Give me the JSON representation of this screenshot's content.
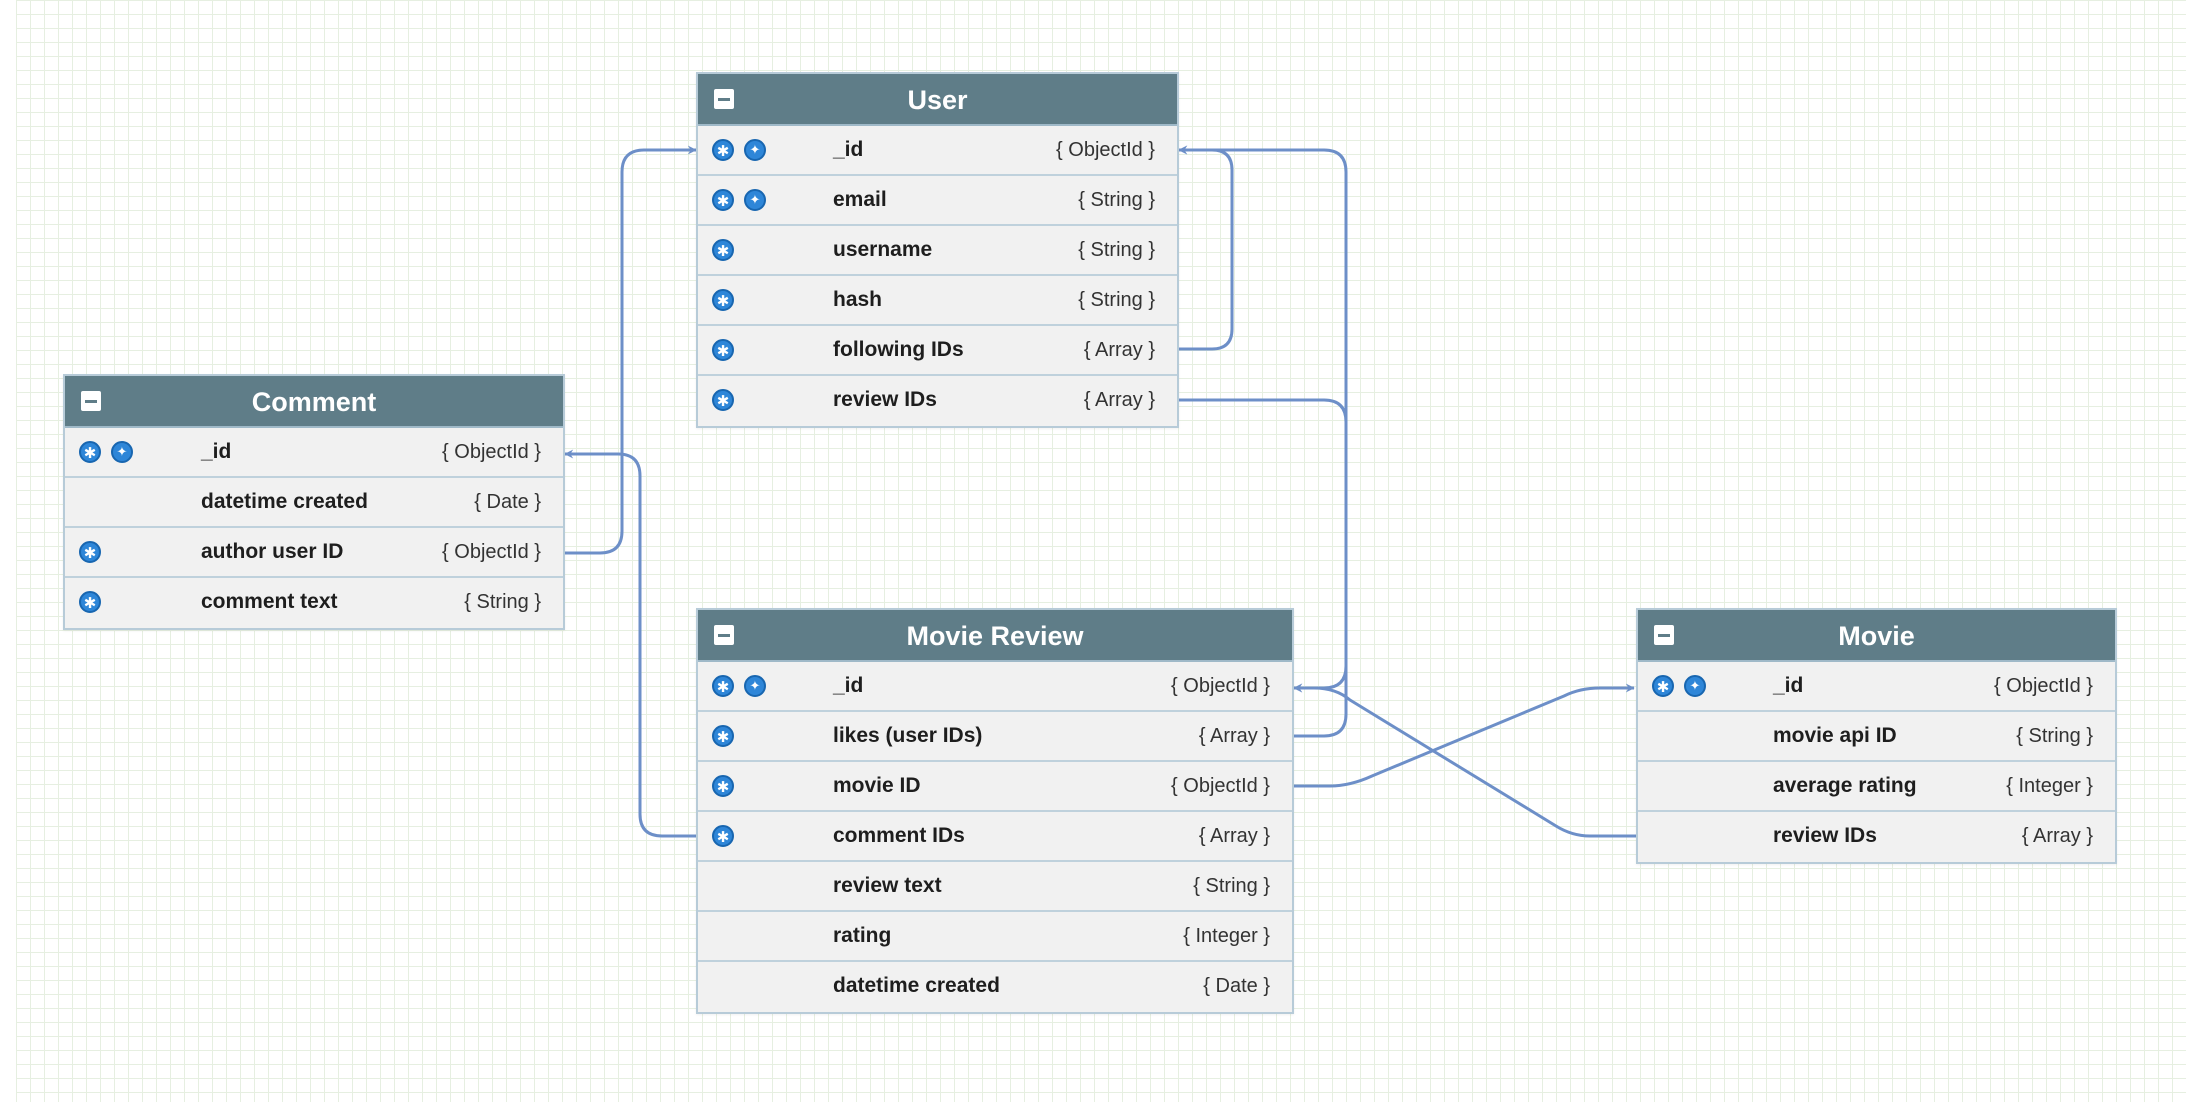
{
  "colors": {
    "header": "#5f7d88",
    "row": "#f1f1f1",
    "border": "#b7cbd8",
    "link": "#6d8fc8",
    "key_icon": "#2e86d8"
  },
  "tables": {
    "user": {
      "title": "User",
      "fields": [
        {
          "name": "_id",
          "type": "{ ObjectId }",
          "icons": [
            "field-marker-icon",
            "key-icon"
          ]
        },
        {
          "name": "email",
          "type": "{ String }",
          "icons": [
            "field-marker-icon",
            "key-icon"
          ]
        },
        {
          "name": "username",
          "type": "{ String }",
          "icons": [
            "field-marker-icon"
          ]
        },
        {
          "name": "hash",
          "type": "{ String }",
          "icons": [
            "field-marker-icon"
          ]
        },
        {
          "name": "following IDs",
          "type": "{ Array }",
          "icons": [
            "field-marker-icon"
          ]
        },
        {
          "name": "review IDs",
          "type": "{ Array }",
          "icons": [
            "field-marker-icon"
          ]
        }
      ]
    },
    "comment": {
      "title": "Comment",
      "fields": [
        {
          "name": "_id",
          "type": "{ ObjectId }",
          "icons": [
            "field-marker-icon",
            "key-icon"
          ]
        },
        {
          "name": "datetime created",
          "type": "{ Date }",
          "icons": []
        },
        {
          "name": "author user ID",
          "type": "{ ObjectId }",
          "icons": [
            "field-marker-icon"
          ]
        },
        {
          "name": "comment text",
          "type": "{ String }",
          "icons": [
            "field-marker-icon"
          ]
        }
      ]
    },
    "movie_review": {
      "title": "Movie Review",
      "fields": [
        {
          "name": "_id",
          "type": "{ ObjectId }",
          "icons": [
            "field-marker-icon",
            "key-icon"
          ]
        },
        {
          "name": "likes (user IDs)",
          "type": "{ Array }",
          "icons": [
            "field-marker-icon"
          ]
        },
        {
          "name": "movie ID",
          "type": "{ ObjectId }",
          "icons": [
            "field-marker-icon"
          ]
        },
        {
          "name": "comment IDs",
          "type": "{ Array }",
          "icons": [
            "field-marker-icon"
          ]
        },
        {
          "name": "review text",
          "type": "{ String }",
          "icons": []
        },
        {
          "name": "rating",
          "type": "{ Integer }",
          "icons": []
        },
        {
          "name": "datetime created",
          "type": "{ Date }",
          "icons": []
        }
      ]
    },
    "movie": {
      "title": "Movie",
      "fields": [
        {
          "name": "_id",
          "type": "{ ObjectId }",
          "icons": [
            "field-marker-icon",
            "key-icon"
          ]
        },
        {
          "name": "movie api ID",
          "type": "{ String }",
          "icons": []
        },
        {
          "name": "average rating",
          "type": "{ Integer }",
          "icons": []
        },
        {
          "name": "review IDs",
          "type": "{ Array }",
          "icons": []
        }
      ]
    }
  }
}
